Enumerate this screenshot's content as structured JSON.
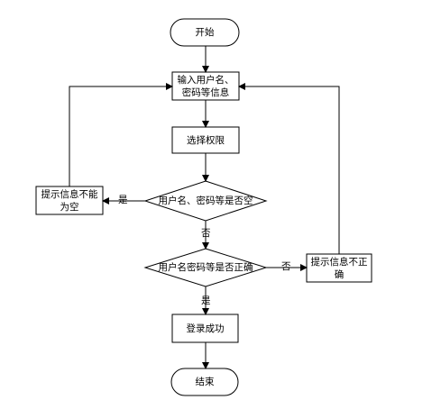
{
  "flowchart": {
    "start": "开始",
    "input": "输入用户名、\n密码等信息",
    "select_role": "选择权限",
    "check_empty": "用户名、密码等是否空",
    "prompt_empty": "提示信息不能\n为空",
    "check_correct": "用户名密码等是否正确",
    "prompt_incorrect": "提示信息不正\n确",
    "login_success": "登录成功",
    "end": "结束",
    "labels": {
      "yes_empty": "是",
      "no_empty": "否",
      "no_correct": "否",
      "yes_correct": "是"
    }
  }
}
